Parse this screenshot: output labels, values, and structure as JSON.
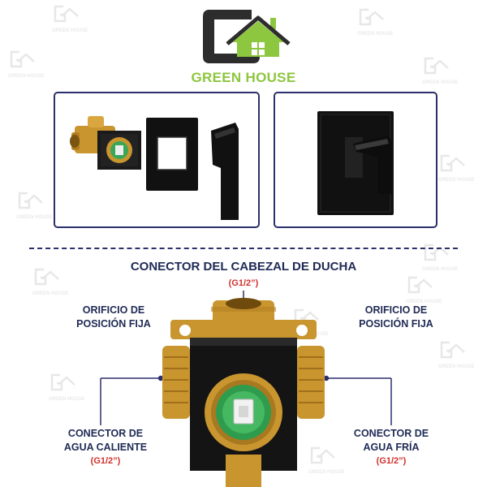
{
  "brand": {
    "name": "GREEN HOUSE",
    "accent_green": "#8dc63f",
    "dark": "#2d2d2d"
  },
  "watermark": {
    "text": "GREEN HOUSE",
    "icon": "house-logo-icon"
  },
  "colors": {
    "navy": "#1f2a55",
    "frame": "#2b2f6b",
    "spec_red": "#d0312d",
    "brass": "#c8952f",
    "black": "#111111"
  },
  "diagram": {
    "heading": "CONECTOR DEL CABEZAL DE DUCHA",
    "heading_spec": "(G1/2”)",
    "fixed_left": {
      "line1": "ORIFICIO DE",
      "line2": "POSICIÓN FIJA"
    },
    "fixed_right": {
      "line1": "ORIFICIO DE",
      "line2": "POSICIÓN FIJA"
    },
    "hot": {
      "line1": "CONECTOR DE",
      "line2": "AGUA CALIENTE",
      "spec": "(G1/2”)"
    },
    "cold": {
      "line1": "CONECTOR DE",
      "line2": "AGUA FRÍA",
      "spec": "(G1/2”)"
    }
  }
}
